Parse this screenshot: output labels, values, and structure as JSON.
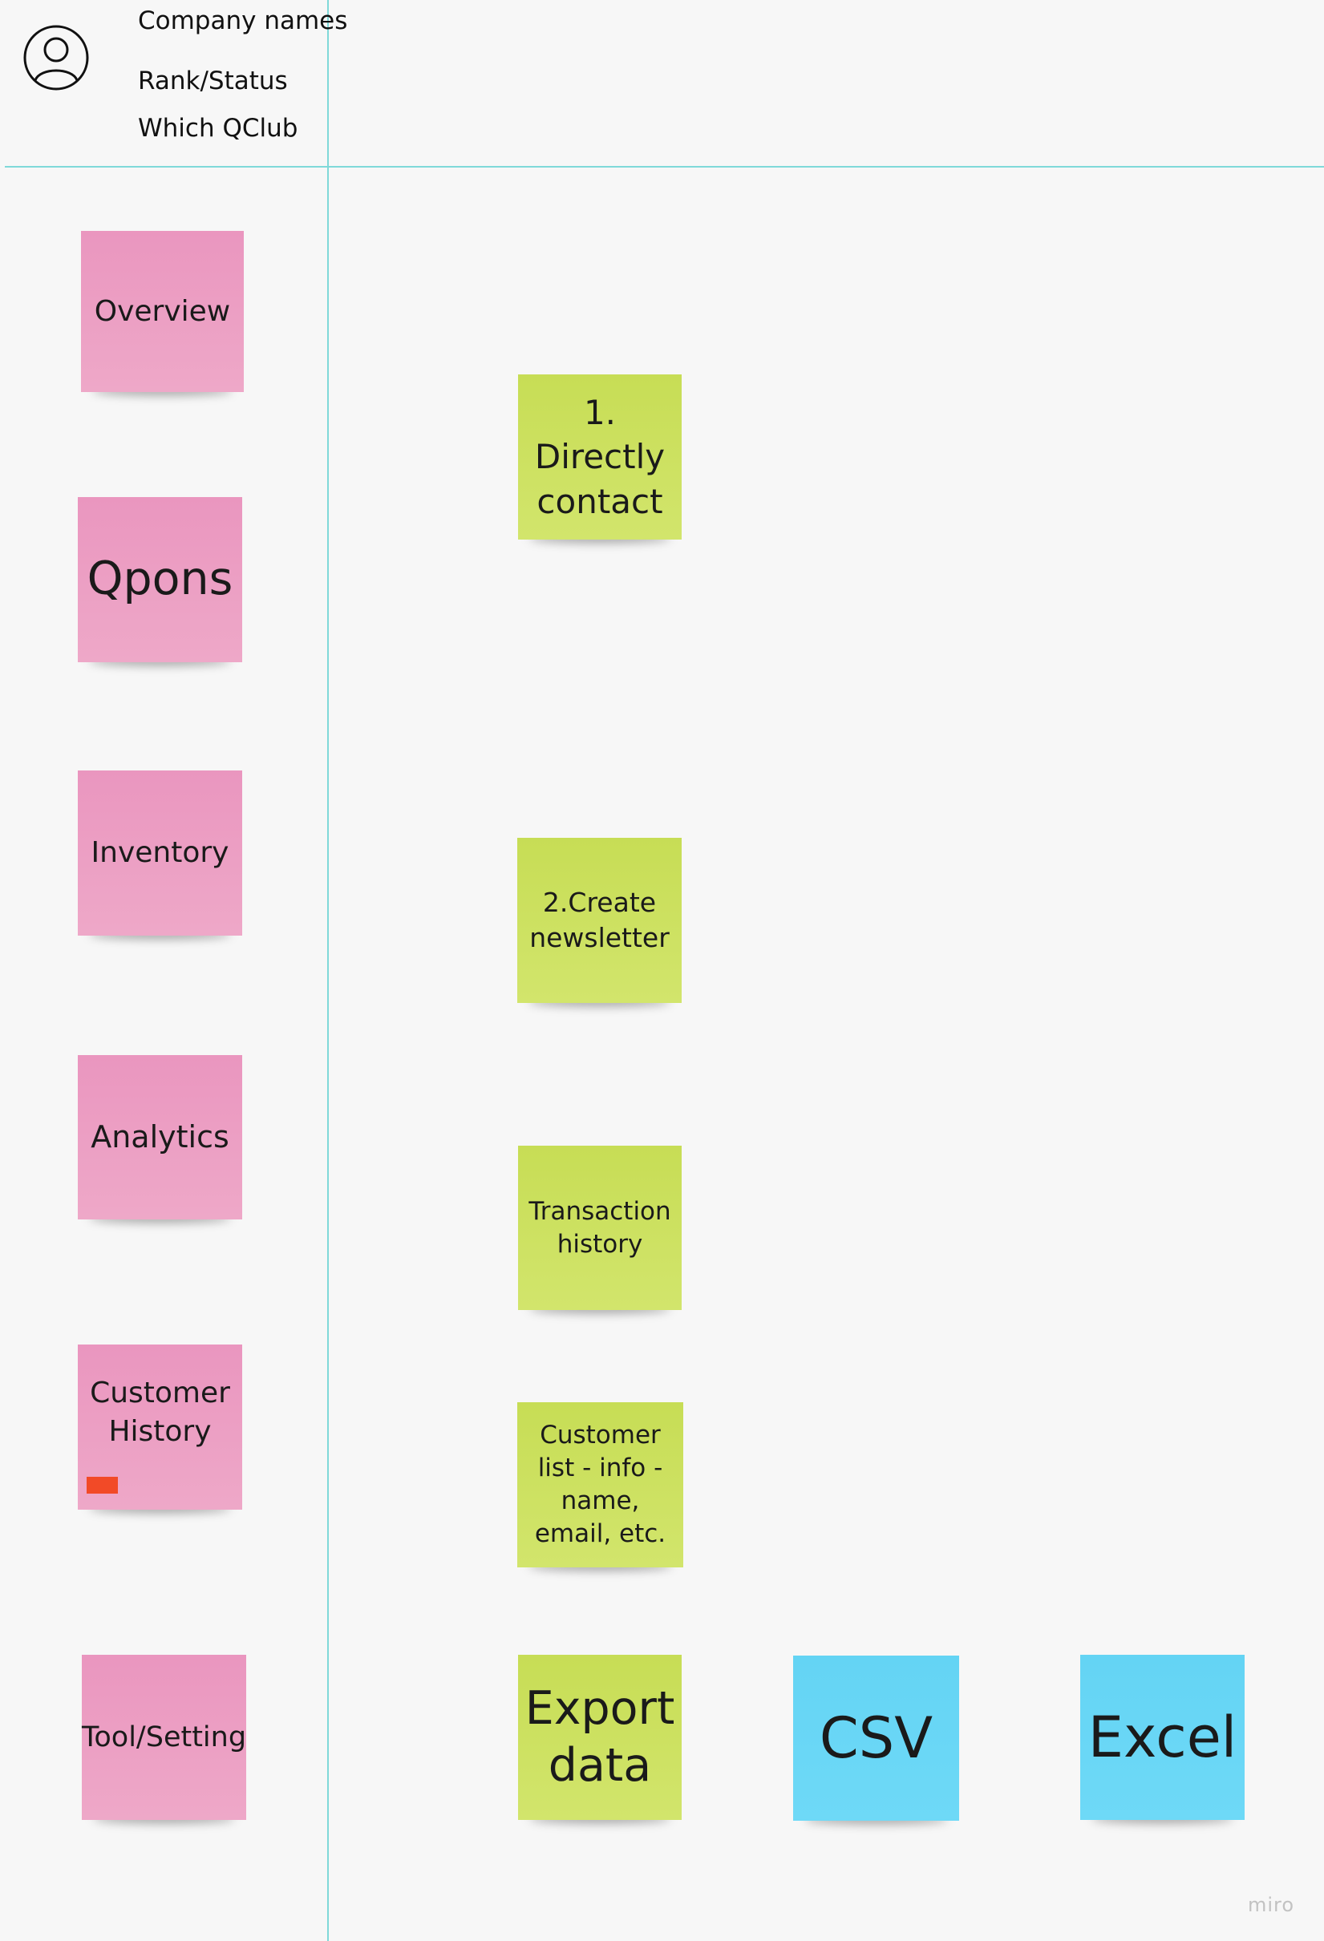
{
  "header": {
    "avatar_icon": "user-avatar-icon",
    "company_names": "Company names",
    "rank_status": "Rank/Status",
    "which_qclub": "Which QClub"
  },
  "sidebar_notes": [
    {
      "label": "Overview",
      "color": "#ec9fc4"
    },
    {
      "label": "Qpons",
      "color": "#ec9fc4"
    },
    {
      "label": "Inventory",
      "color": "#ec9fc4"
    },
    {
      "label": "Analytics",
      "color": "#ec9fc4"
    },
    {
      "label": "Customer History",
      "color": "#ec9fc4",
      "tag_color": "#f24a27"
    },
    {
      "label": "Tool/Setting",
      "color": "#ec9fc4"
    }
  ],
  "detail_notes": [
    {
      "label": "1. Directly contact",
      "color": "#cde060"
    },
    {
      "label": "2.Create newsletter",
      "color": "#cde060"
    },
    {
      "label": "Transaction history",
      "color": "#cde060"
    },
    {
      "label": "Customer list - info - name, email, etc.",
      "color": "#cde060"
    },
    {
      "label": "Export data",
      "color": "#cde060"
    }
  ],
  "export_notes": [
    {
      "label": "CSV",
      "color": "#68d6f5"
    },
    {
      "label": "Excel",
      "color": "#68d6f5"
    }
  ],
  "watermark": "miro",
  "divider_color": "#7fd9d9"
}
